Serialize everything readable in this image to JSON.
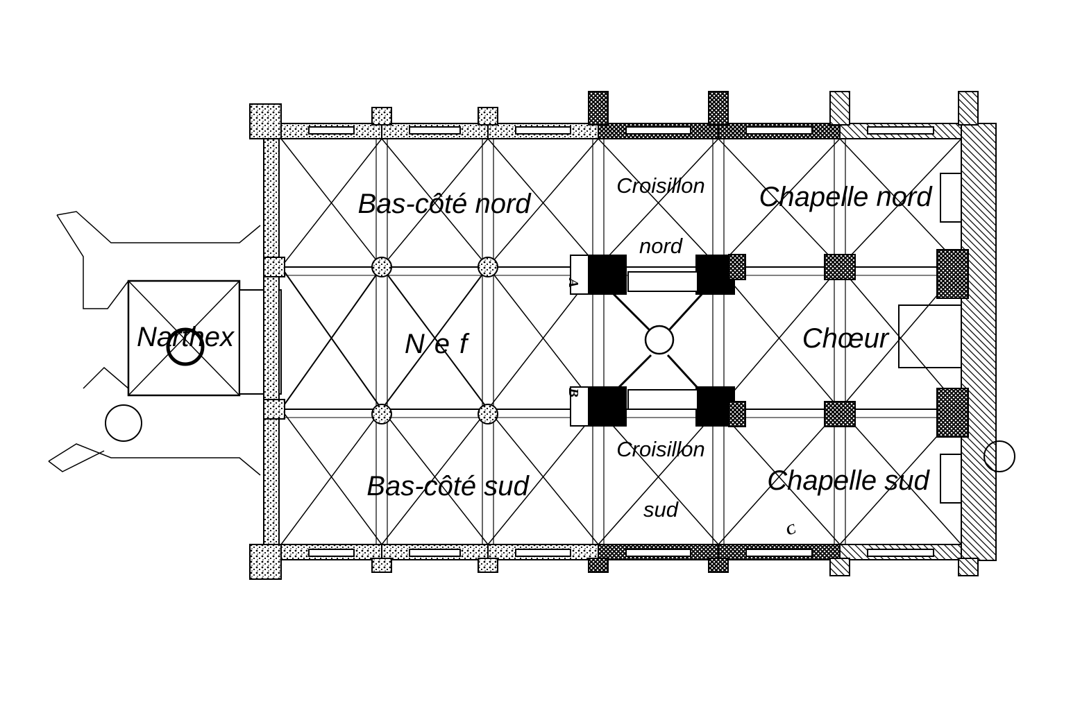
{
  "title": "Plan de l'église",
  "labels": {
    "bas_cote_nord": "Bas-côté nord",
    "croisillon_nord_1": "Croisillon",
    "croisillon_nord_2": "nord",
    "chapelle_nord": "Chapelle nord",
    "narthex": "Narthex",
    "nef": "Nef",
    "choeur": "Chœur",
    "croisillon_sud_1": "Croisillon",
    "croisillon_sud_2": "sud",
    "bas_cote_sud": "Bas-côté sud",
    "chapelle_sud": "Chapelle sud"
  },
  "markers": {
    "a": "A",
    "b": "B",
    "c": "C"
  },
  "colors": {
    "ink": "#000000",
    "paper": "#ffffff"
  }
}
